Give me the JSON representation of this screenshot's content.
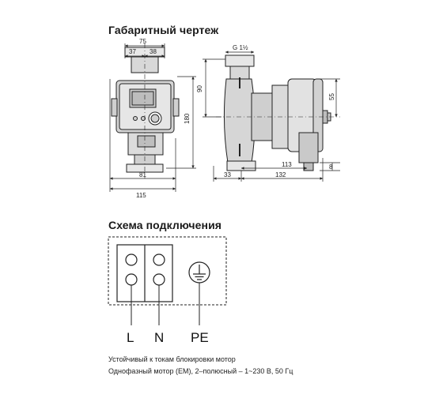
{
  "headings": {
    "dimension_drawing": "Габаритный чертеж",
    "connection_scheme": "Схема подключения"
  },
  "front_view_dims": {
    "overall_width": "75",
    "left_half": "37",
    "right_half": "38",
    "height": "180",
    "bottom_inner": "81",
    "bottom_overall": "115"
  },
  "side_view_dims": {
    "thread": "G 1½",
    "upper_height": "90",
    "motor_height": "55",
    "inlet_offset": "33",
    "body_length": "132",
    "box_length": "113",
    "box_offset": "8"
  },
  "terminals": {
    "live": "L",
    "neutral": "N",
    "earth": "PE"
  },
  "notes": {
    "line1": "Устойчивый к токам блокировки мотор",
    "line2": "Однофазный мотор (ЕМ), 2–полюсный – 1~230 В, 50 Гц"
  }
}
